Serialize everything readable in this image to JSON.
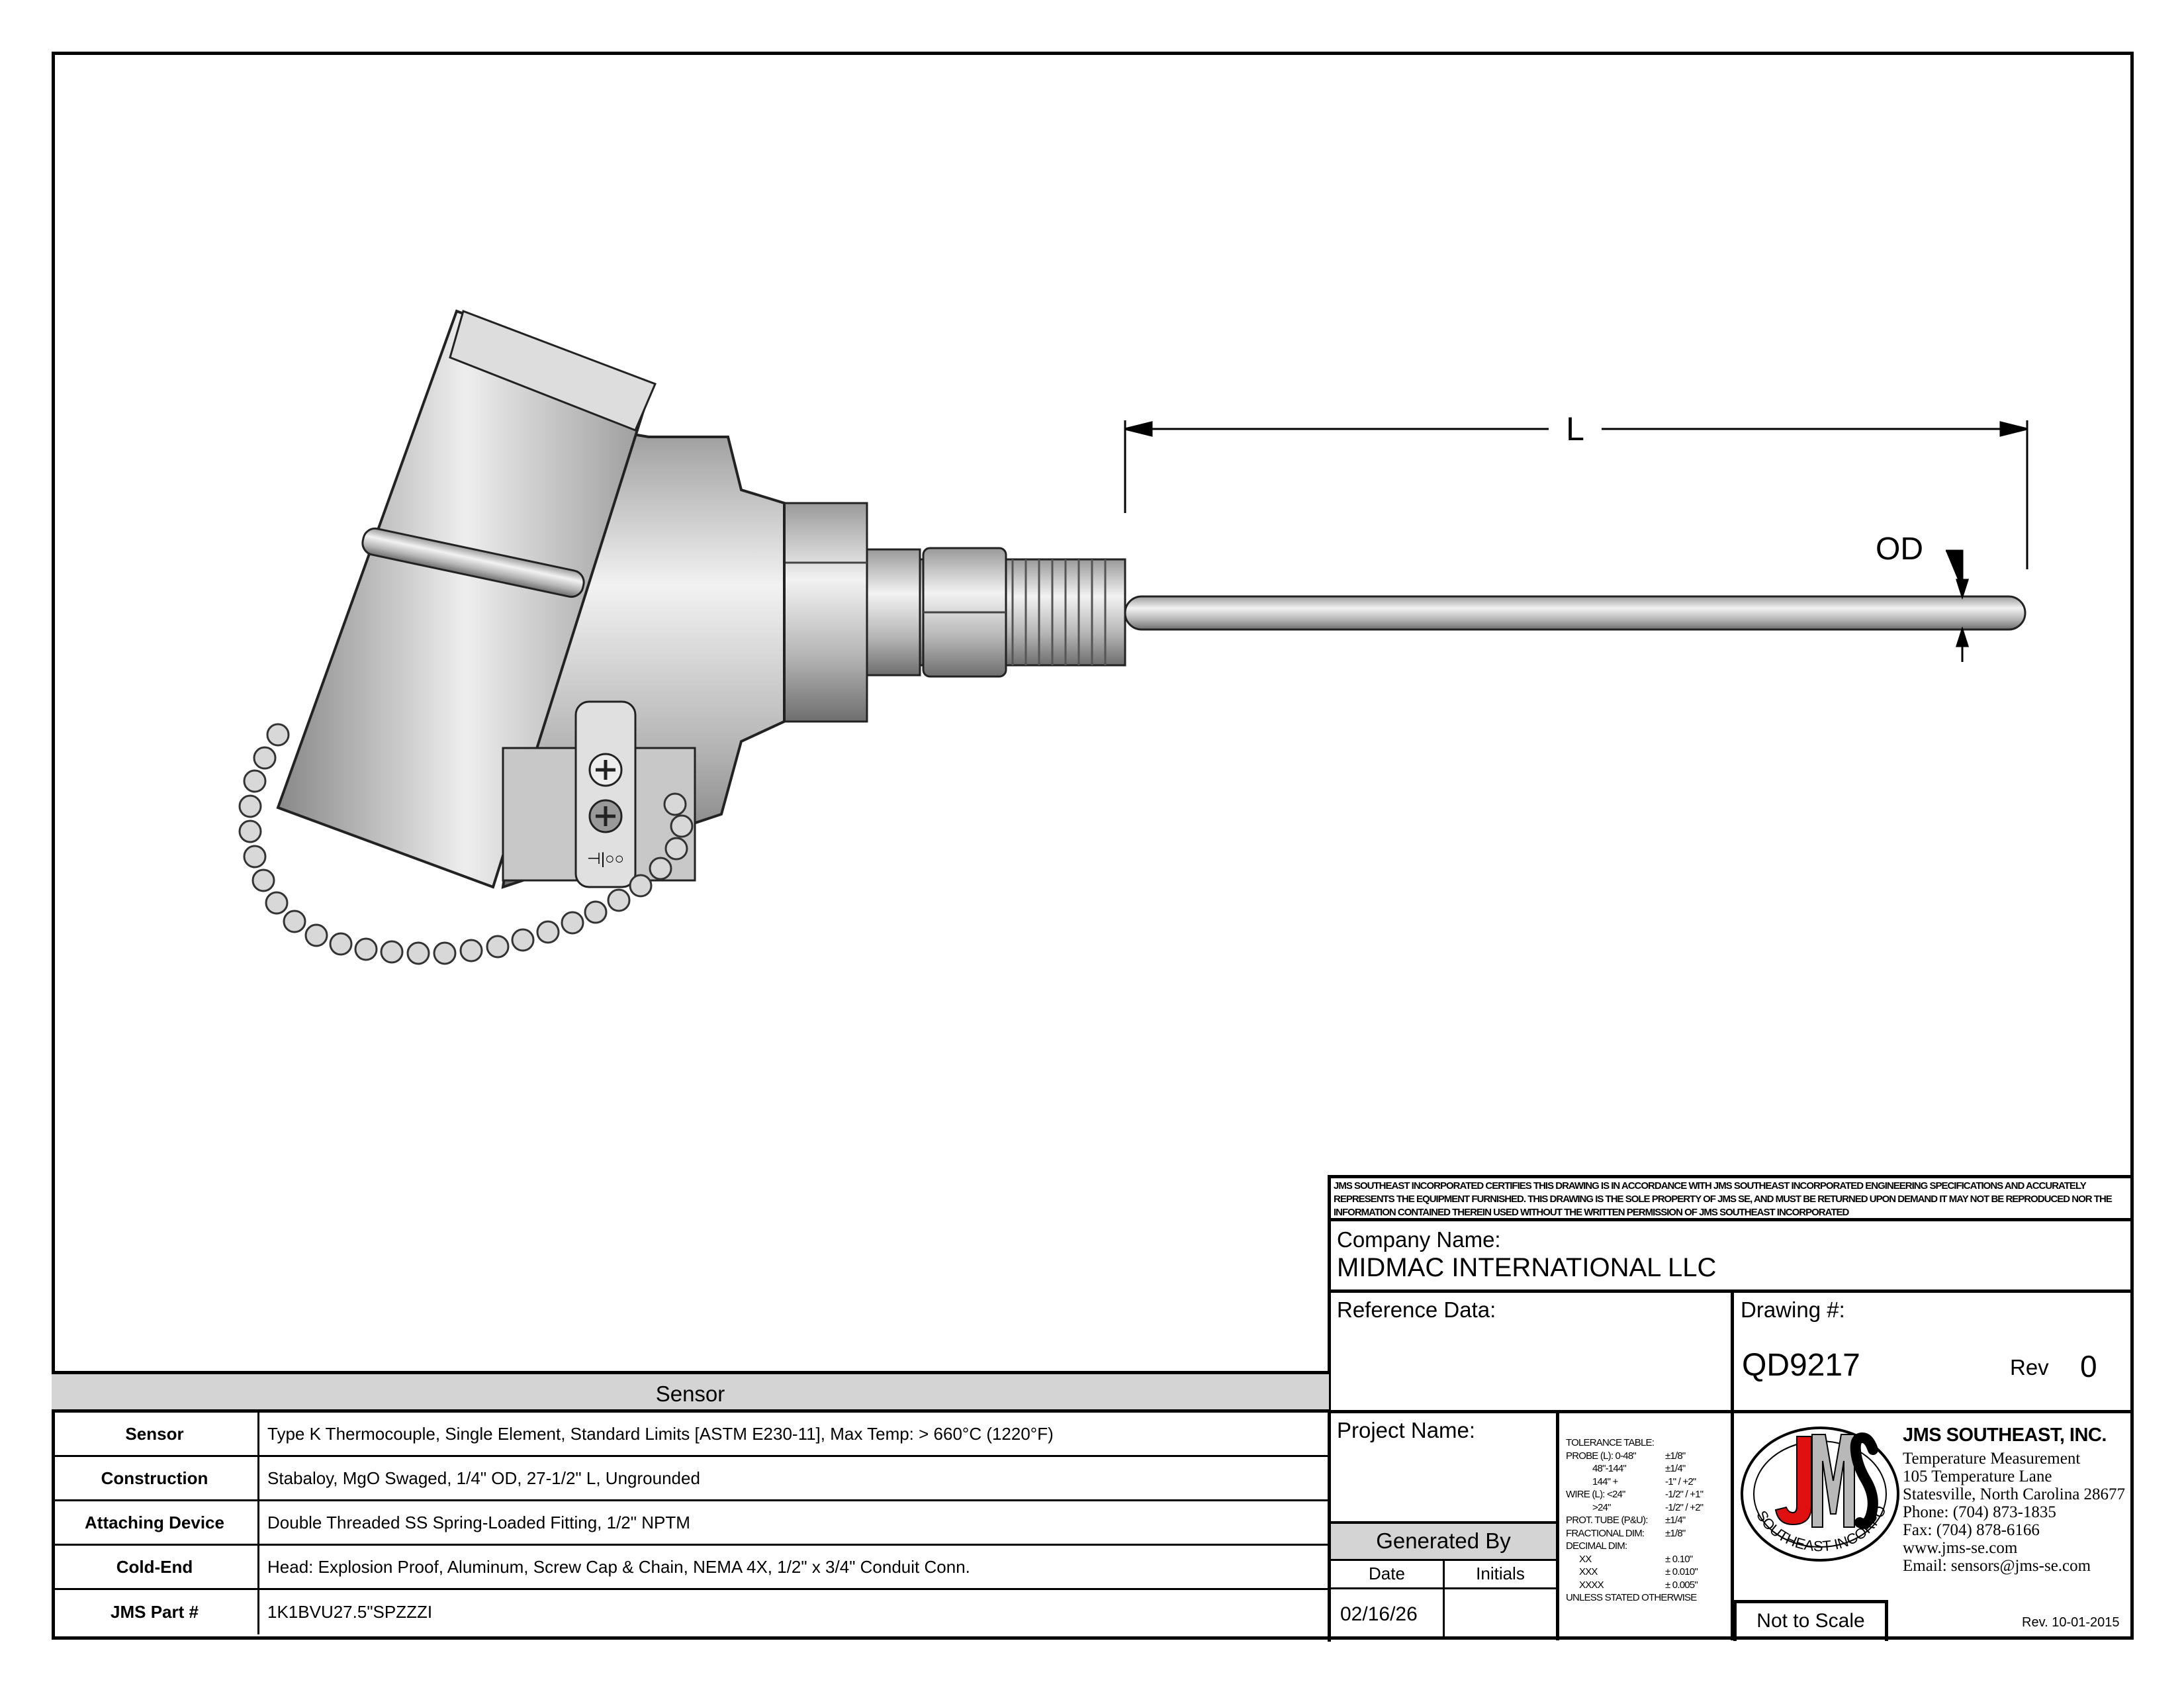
{
  "drawing": {
    "dim_length_label": "L",
    "dim_od_label": "OD",
    "screw_symbol": "⊣|○○"
  },
  "certification": "JMS SOUTHEAST INCORPORATED CERTIFIES THIS DRAWING IS IN ACCORDANCE WITH JMS SOUTHEAST INCORPORATED ENGINEERING SPECIFICATIONS AND ACCURATELY REPRESENTS THE EQUIPMENT FURNISHED.  THIS DRAWING IS THE SOLE PROPERTY OF JMS SE, AND MUST BE RETURNED UPON DEMAND IT MAY NOT BE REPRODUCED NOR THE INFORMATION CONTAINED THEREIN USED WITHOUT THE WRITTEN PERMISSION OF JMS SOUTHEAST INCORPORATED",
  "company": {
    "label": "Company Name:",
    "value": "MIDMAC INTERNATIONAL LLC"
  },
  "reference": {
    "label": "Reference Data:"
  },
  "drawing_no": {
    "label": "Drawing #:",
    "value": "QD9217",
    "rev_label": "Rev",
    "rev": "0"
  },
  "project": {
    "label": "Project Name:"
  },
  "generated": {
    "label": "Generated By",
    "date_label": "Date",
    "initials_label": "Initials",
    "date": "02/16/26",
    "initials": ""
  },
  "sensor_table": {
    "title": "Sensor",
    "rows": [
      {
        "label": "Sensor",
        "value": "Type K Thermocouple, Single Element, Standard Limits [ASTM E230-11], Max Temp: >  660°C (1220°F)"
      },
      {
        "label": "Construction",
        "value": "Stabaloy, MgO Swaged, 1/4\" OD, 27-1/2\" L, Ungrounded"
      },
      {
        "label": "Attaching Device",
        "value": "Double Threaded SS Spring-Loaded Fitting, 1/2\" NPTM"
      },
      {
        "label": "Cold-End",
        "value": "Head: Explosion Proof, Aluminum, Screw Cap & Chain, NEMA 4X, 1/2\" x 3/4\" Conduit Conn."
      },
      {
        "label": "JMS Part #",
        "value": "1K1BVU27.5\"SPZZZI"
      }
    ]
  },
  "tolerance": {
    "title": "TOLERANCE TABLE:",
    "rows": [
      [
        "PROBE (L): 0-48\"",
        "±1/8\""
      ],
      [
        "       48\"-144\"",
        "±1/4\""
      ],
      [
        "       144\" +",
        "-1\" / +2\""
      ],
      [
        "WIRE (L):  <24\"",
        "-1/2\" / +1\""
      ],
      [
        "       >24\"",
        "-1/2\" / +2\""
      ],
      [
        "PROT. TUBE (P&U):",
        "±1/4\""
      ],
      [
        "FRACTIONAL DIM:",
        "±1/8\""
      ],
      [
        "DECIMAL DIM:",
        ""
      ],
      [
        "   XX",
        "± 0.10\""
      ],
      [
        "   XXX",
        "± 0.010\""
      ],
      [
        "   XXXX",
        "± 0.005\""
      ]
    ],
    "footer": "UNLESS STATED OTHERWISE"
  },
  "logo": {
    "letters": "JMS",
    "ring_text": "SOUTHEAST INCORPORATED",
    "colors": {
      "j": "#e01010",
      "m": "#b8b8b8",
      "s": "#000000"
    }
  },
  "vendor": {
    "name": "JMS SOUTHEAST, INC.",
    "lines": [
      "Temperature Measurement",
      "105 Temperature Lane",
      "Statesville, North Carolina 28677",
      "Phone: (704) 873-1835",
      "Fax: (704) 878-6166",
      "www.jms-se.com",
      "Email: sensors@jms-se.com"
    ]
  },
  "not_to_scale": "Not to Scale",
  "form_rev": "Rev. 10-01-2015"
}
